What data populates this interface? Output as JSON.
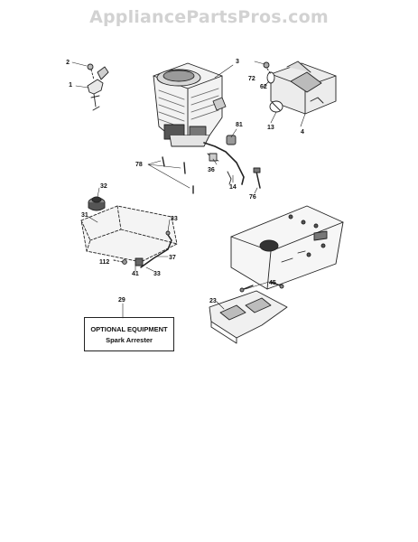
{
  "watermark": "AppliancePartsPros.com",
  "callouts": {
    "c1": "1",
    "c2": "2",
    "c3": "3",
    "c4": "4",
    "c13": "13",
    "c14": "14",
    "c23": "23",
    "c29": "29",
    "c31": "31",
    "c32": "32",
    "c33a": "33",
    "c33b": "33",
    "c36": "36",
    "c37": "37",
    "c41": "41",
    "c45": "45",
    "c62": "62",
    "c72": "72",
    "c76": "76",
    "c78": "78",
    "c81": "81",
    "c112": "112"
  },
  "optional_box": {
    "line1": "OPTIONAL EQUIPMENT",
    "line2": "Spark Arrester"
  }
}
